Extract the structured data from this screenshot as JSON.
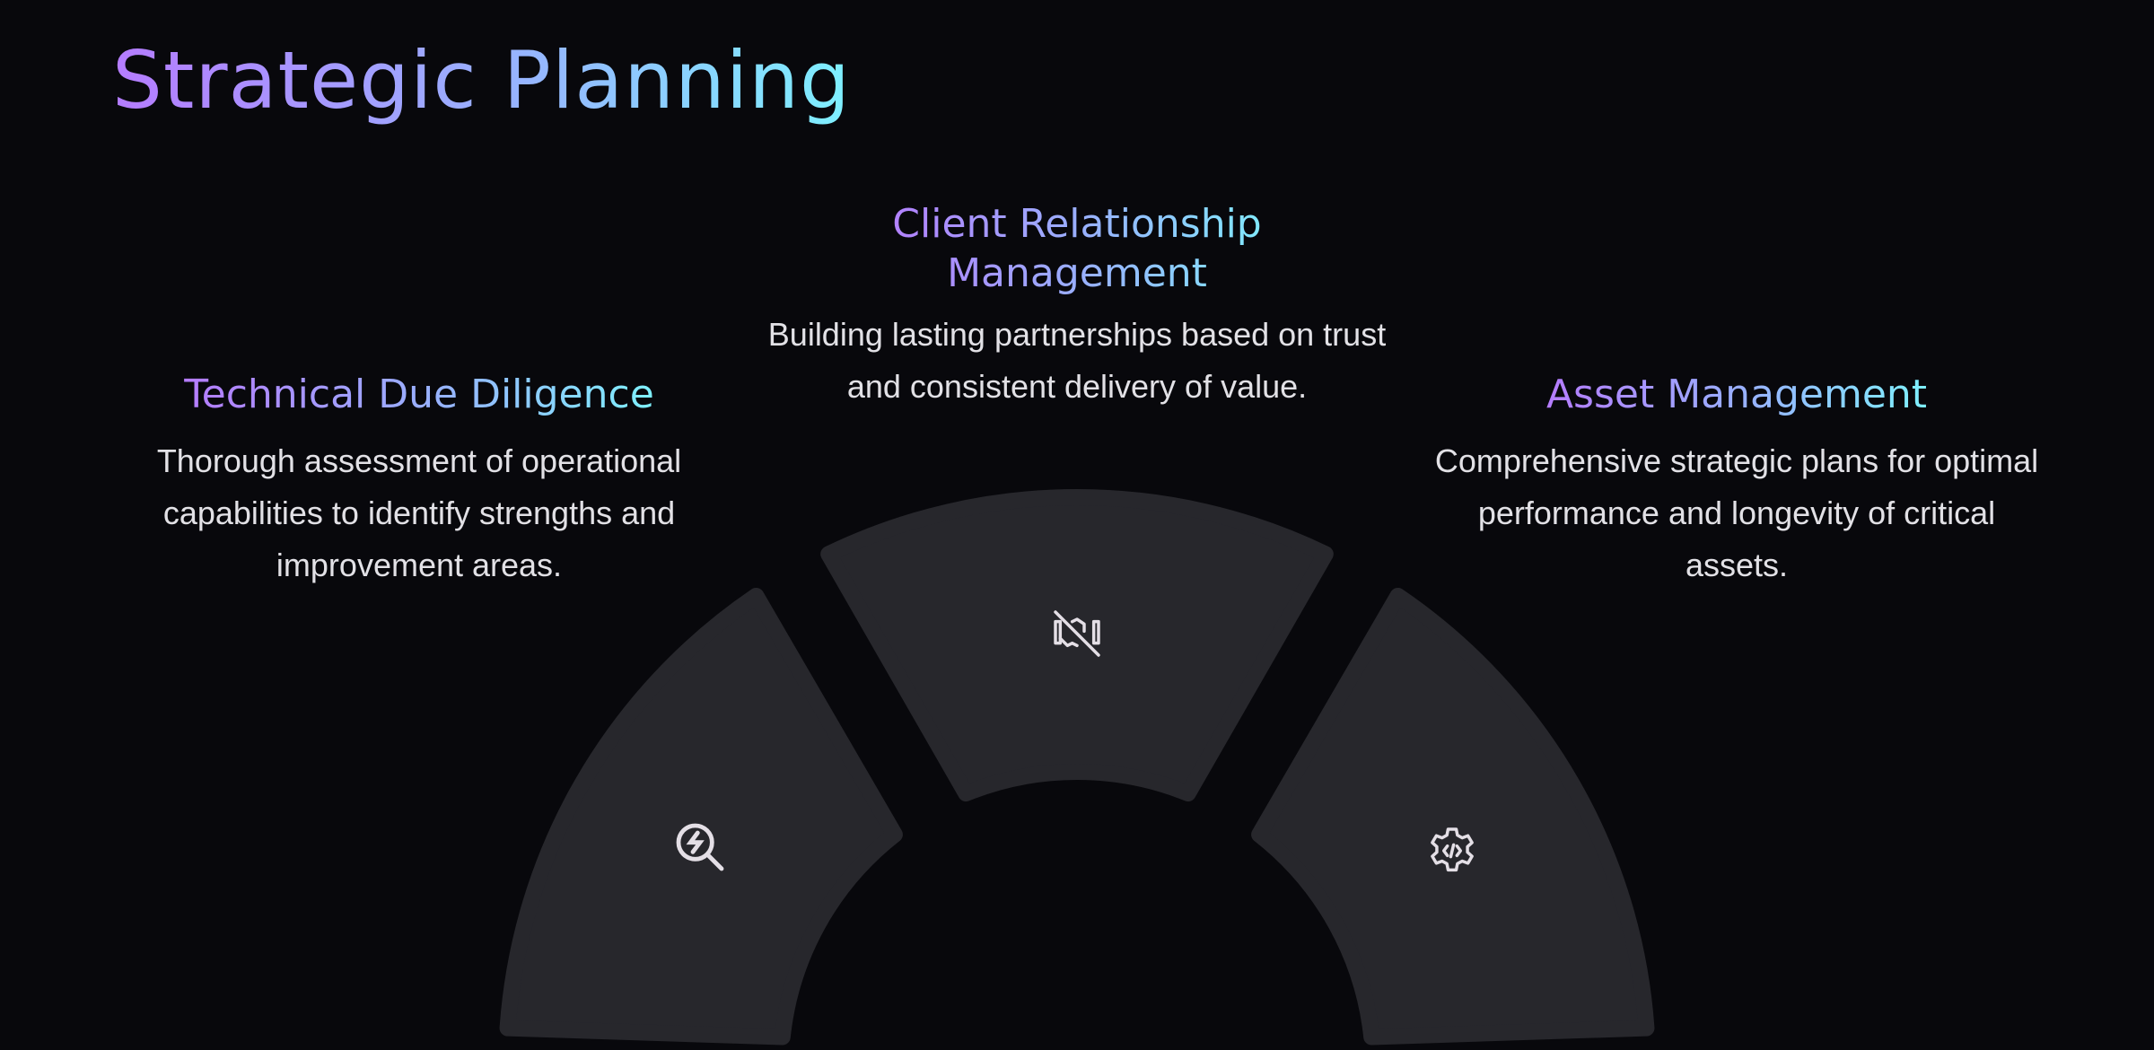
{
  "title": "Strategic Planning",
  "colors": {
    "gradient_start": "#b57cff",
    "gradient_end": "#7ef0ff",
    "segment": "#27272c",
    "background": "#08080c"
  },
  "segments": [
    {
      "title": "Technical Due Diligence",
      "description": "Thorough assessment of operational capabilities to identify strengths and improvement areas.",
      "icon": "search-bolt-icon"
    },
    {
      "title": "Client Relationship Management",
      "description": "Building lasting partnerships based on trust and consistent delivery of value.",
      "icon": "handshake-off-icon"
    },
    {
      "title": "Asset Management",
      "description": "Comprehensive strategic plans for optimal performance and longevity of critical assets.",
      "icon": "settings-code-icon"
    }
  ]
}
